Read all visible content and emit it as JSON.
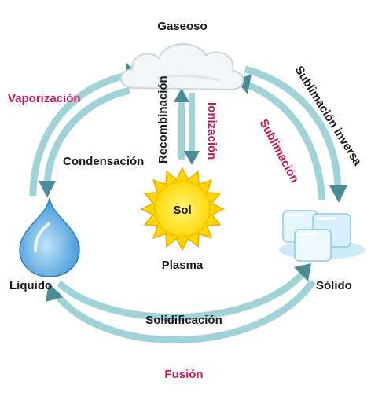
{
  "states": {
    "gas": "Gaseoso",
    "liquid": "Líquido",
    "solid": "Sólido",
    "plasma": "Plasma"
  },
  "sun_label": "Sol",
  "processes": {
    "vaporization": "Vaporización",
    "condensation": "Condensación",
    "sublimation": "Sublimación",
    "inverse_sublimation": "Sublimación inversa",
    "solidification": "Solidificación",
    "fusion": "Fusión",
    "recombination": "Recombinación",
    "ionization": "Ionización"
  },
  "colors": {
    "arrow_light": "#9fd3d8",
    "arrow_dark": "#4a8d96",
    "accent_pink": "#c2185b",
    "text_dark": "#1a1a1a",
    "sun_fill": "#ffe600",
    "sun_edge": "#f2a900",
    "water_drop": "#5aa9e6",
    "ice": "#d9f0fb"
  }
}
